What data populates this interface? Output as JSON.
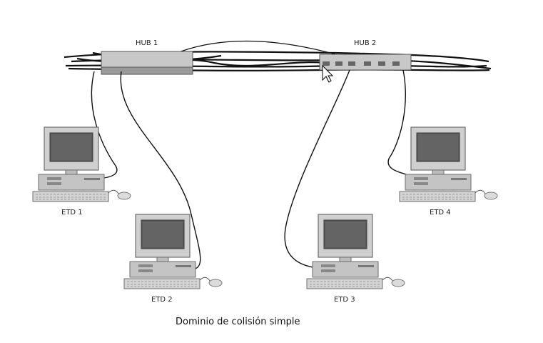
{
  "hubs": [
    {
      "label": "HUB 1"
    },
    {
      "label": "HUB 2"
    }
  ],
  "stations": [
    {
      "label": "ETD 1"
    },
    {
      "label": "ETD 2"
    },
    {
      "label": "ETD 3"
    },
    {
      "label": "ETD 4"
    }
  ],
  "caption": "Dominio de colisión simple",
  "colors": {
    "line": "#111111",
    "device": "#c8c8c8",
    "device_dark": "#8a8a8a",
    "screen": "#5a5a5a"
  }
}
